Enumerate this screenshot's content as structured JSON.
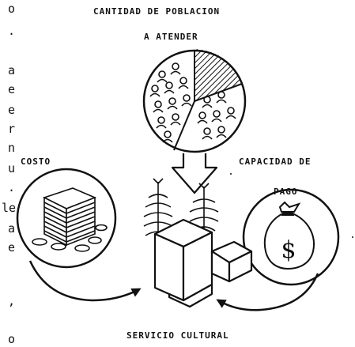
{
  "labels": {
    "population_line1": "CANTIDAD DE POBLACION",
    "population_line2": "A ATENDER",
    "cost": "COSTO",
    "capacity_line1": "CAPACIDAD DE",
    "capacity_line2": "PAGO",
    "service": "SERVICIO CULTURAL"
  },
  "edge_text": [
    "o",
    ".",
    "a",
    "e",
    "e",
    "r",
    "n",
    "u",
    ".",
    "le",
    "a",
    "e",
    ",",
    "o"
  ],
  "money_symbol": "$"
}
